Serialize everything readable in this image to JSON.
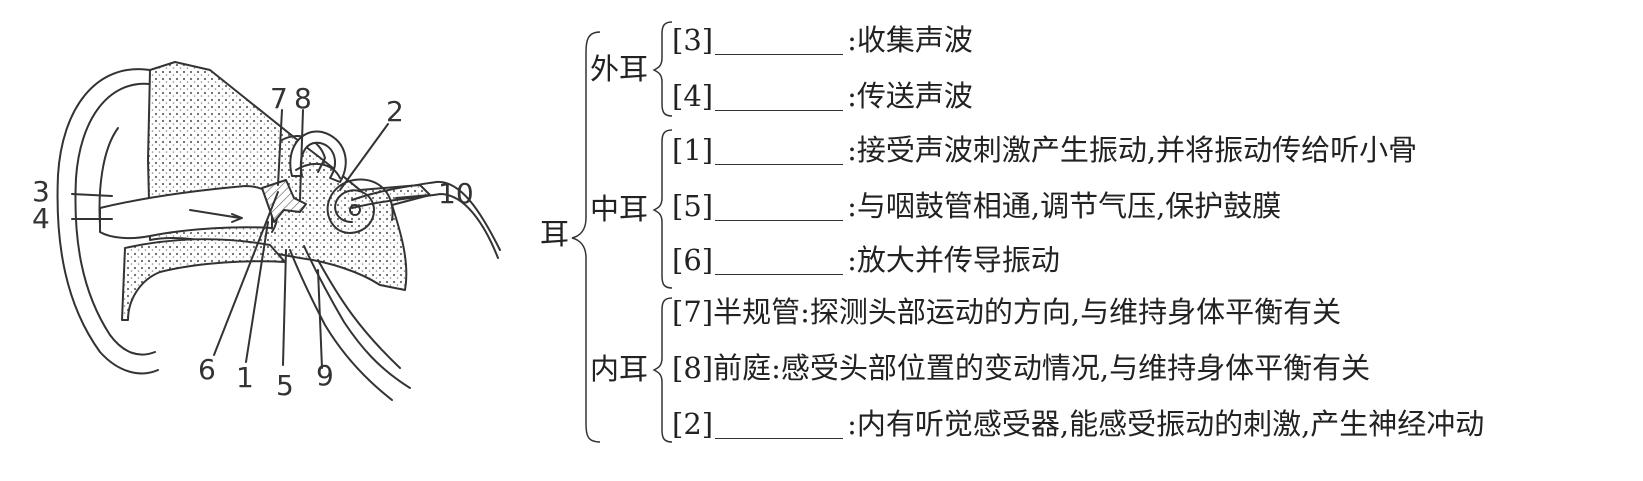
{
  "figure": {
    "labels": {
      "n1": "1",
      "n2": "2",
      "n3": "3",
      "n4": "4",
      "n5": "5",
      "n6": "6",
      "n7": "7",
      "n8": "8",
      "n9": "9",
      "n10": "10"
    }
  },
  "outline": {
    "root": "耳",
    "groups": [
      {
        "name": "外耳",
        "rows": [
          {
            "num": "[3]",
            "prefix": "",
            "text": ":收集声波"
          },
          {
            "num": "[4]",
            "prefix": "",
            "text": ":传送声波"
          }
        ]
      },
      {
        "name": "中耳",
        "rows": [
          {
            "num": "[1]",
            "prefix": "",
            "text": ":接受声波刺激产生振动,并将振动传给听小骨"
          },
          {
            "num": "[5]",
            "prefix": "",
            "text": ":与咽鼓管相通,调节气压,保护鼓膜"
          },
          {
            "num": "[6]",
            "prefix": "",
            "text": ":放大并传导振动"
          }
        ]
      },
      {
        "name": "内耳",
        "rows": [
          {
            "num": "[7]",
            "prefix": "半规管",
            "text": ":探测头部运动的方向,与维持身体平衡有关"
          },
          {
            "num": "[8]",
            "prefix": "前庭",
            "text": ":感受头部位置的变动情况,与维持身体平衡有关"
          },
          {
            "num": "[2]",
            "prefix": "",
            "text": ":内有听觉感受器,能感受振动的刺激,产生神经冲动"
          }
        ]
      }
    ]
  }
}
